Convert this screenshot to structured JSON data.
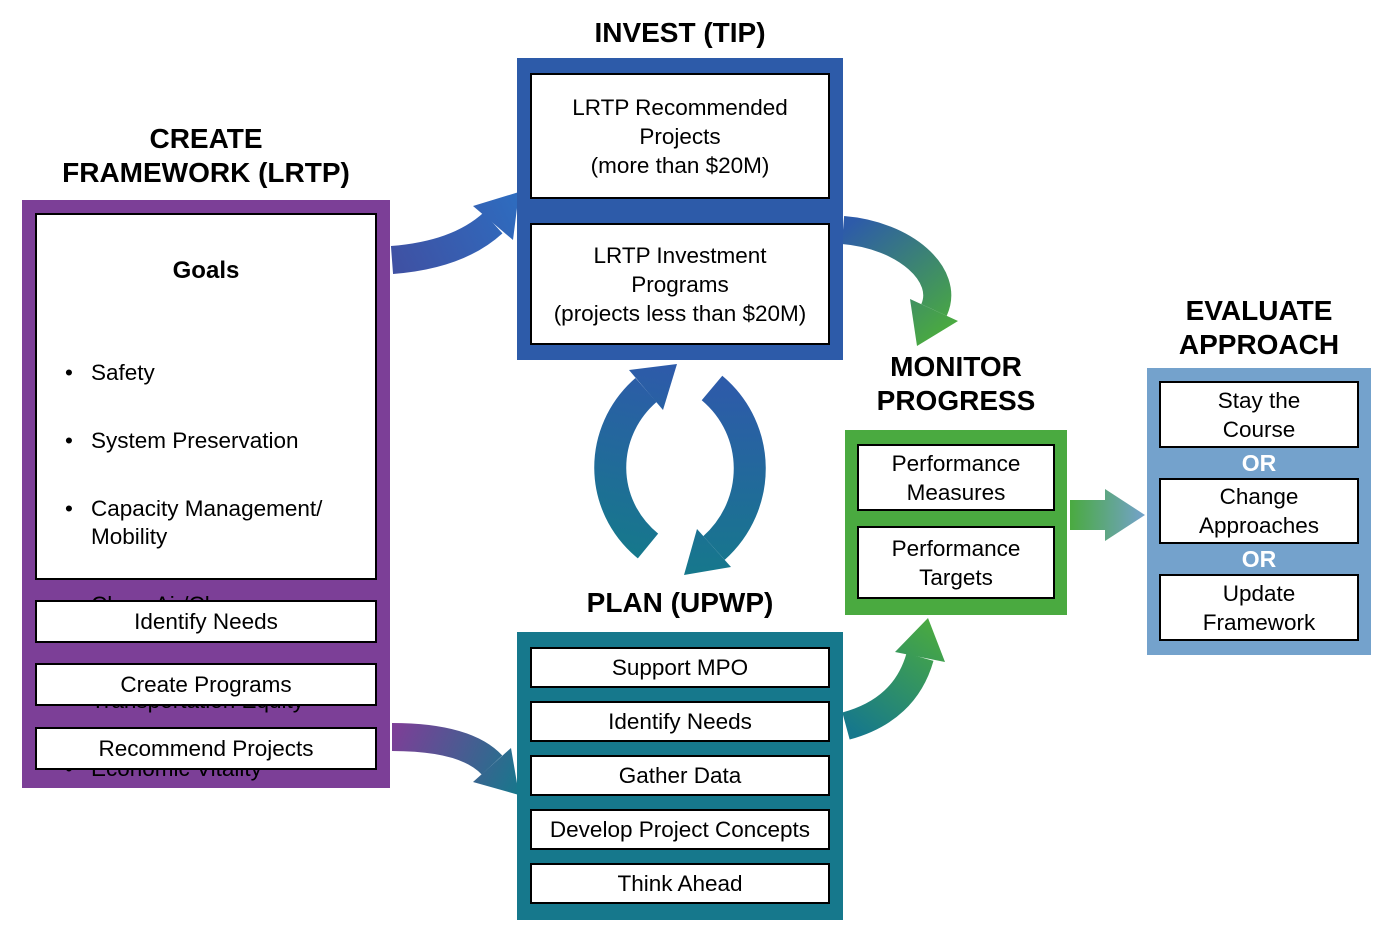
{
  "create_framework": {
    "title": "CREATE\nFRAMEWORK (LRTP)",
    "goals_heading": "Goals",
    "bullet_char": "•",
    "goals": [
      "Safety",
      "System Preservation",
      "Capacity Management/\nMobility",
      "Clean Air/Clean\nCommunities",
      "Transportation Equity",
      "Economic Vitality"
    ],
    "steps": [
      "Identify Needs",
      "Create Programs",
      "Recommend Projects"
    ]
  },
  "invest": {
    "title": "INVEST (TIP)",
    "boxes": [
      "LRTP Recommended\nProjects\n(more than $20M)",
      "LRTP Investment\nPrograms\n(projects less than $20M)"
    ]
  },
  "plan": {
    "title": "PLAN (UPWP)",
    "boxes": [
      "Support MPO",
      "Identify Needs",
      "Gather Data",
      "Develop Project Concepts",
      "Think Ahead"
    ]
  },
  "monitor": {
    "title": "MONITOR\nPROGRESS",
    "boxes": [
      "Performance\nMeasures",
      "Performance\nTargets"
    ]
  },
  "evaluate": {
    "title": "EVALUATE\nAPPROACH",
    "or_label": "OR",
    "boxes": [
      "Stay the\nCourse",
      "Change\nApproaches",
      "Update\nFramework"
    ]
  },
  "colors": {
    "purple": "#7c3f97",
    "blue": "#2d5ba9",
    "teal": "#16788c",
    "green": "#4aaa40",
    "light_blue": "#74a2cc"
  }
}
